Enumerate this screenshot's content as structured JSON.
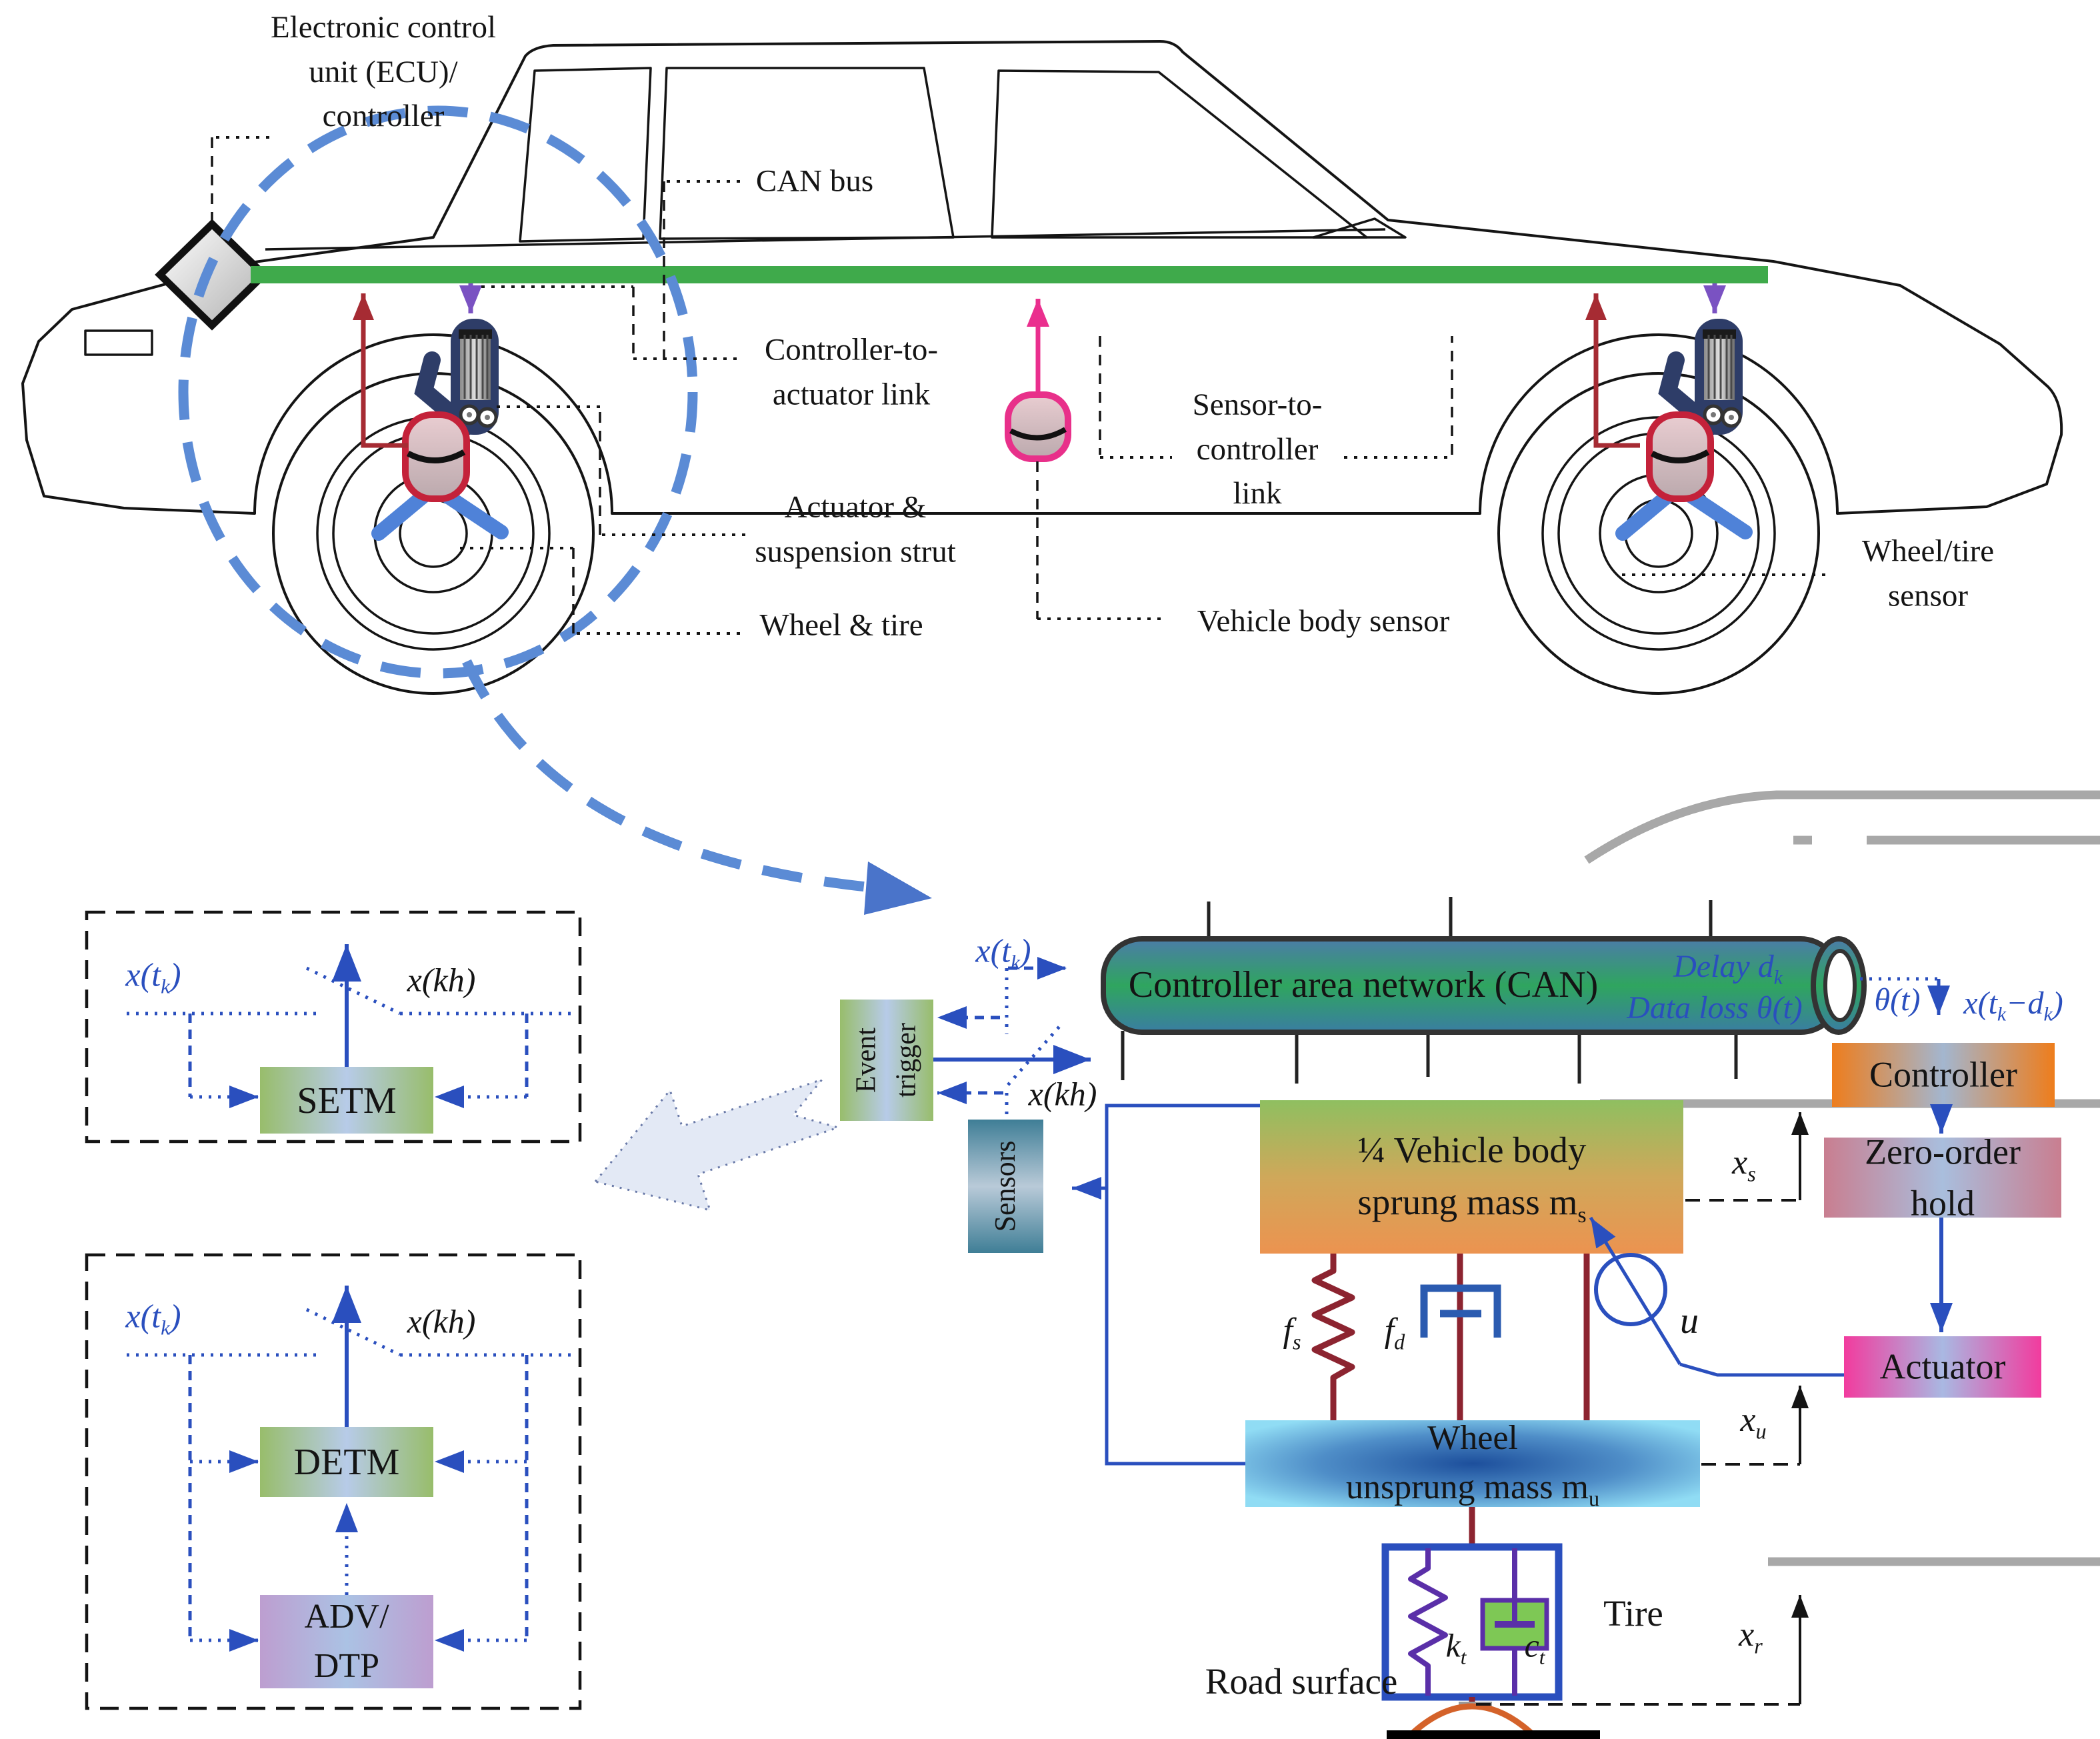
{
  "car": {
    "ecu_label": "Electronic control\nunit (ECU)/\ncontroller",
    "can_bus_label": "CAN bus",
    "controller_to_actuator_label": "Controller-to-\nactuator link",
    "actuator_strut_label": "Actuator &\nsuspension strut",
    "wheel_tire_label": "Wheel & tire",
    "sensor_to_controller_label": "Sensor-to-\ncontroller\nlink",
    "vehicle_body_sensor_label": "Vehicle body sensor",
    "wheel_tire_sensor_label": "Wheel/tire\nsensor"
  },
  "etm_panels": {
    "setm": {
      "x_tk": "x(t_{k})",
      "x_kh": "x(kh)",
      "box_label": "SETM"
    },
    "detm": {
      "x_tk": "x(t_{k})",
      "x_kh": "x(kh)",
      "box_label": "DETM",
      "adv_label": "ADV/\nDTP"
    }
  },
  "network": {
    "x_tk": "x(t_{k})",
    "x_kh": "x(kh)",
    "can_label": "Controller area network (CAN)",
    "delay_label": "Delay d_{k}",
    "data_loss_label": "Data loss θ(t)",
    "theta_label": "θ(t)",
    "x_tk_dk_label": "x(t_{k}−d_{k})",
    "controller_label": "Controller",
    "zero_order_hold_label": "Zero-order\nhold",
    "actuator_label": "Actuator",
    "event_trigger_label": "Event\ntrigger",
    "sensors_label": "Sensors"
  },
  "quarter_car": {
    "sprung_label": "¼ Vehicle body\nsprung mass m_{s}",
    "unsprung_label": "Wheel\nunsprung mass m_{u}",
    "tire_label": "Tire",
    "road_label": "Road surface",
    "spring_force": "f_{s}",
    "damper_force": "f_{d}",
    "control_force": "u",
    "tire_stiffness": "k_{t}",
    "tire_damping": "c_{t}",
    "sprung_disp": "x_{s}",
    "unsprung_disp": "x_{u}",
    "road_disp": "x_{r}"
  },
  "colors": {
    "can_bus_green": "#3faa4b",
    "diagram_blue": "#2a4fbe",
    "dashed_circle_blue": "#5b8bd5",
    "sensor_arrow_red": "#a62b33",
    "actuator_arrow_purple": "#7a52c2",
    "body_sensor_magenta": "#ea2f8e",
    "connector_dark_red": "#8c2430",
    "tire_purple": "#5a2fa8",
    "road_orange": "#d4622a",
    "controller_orange": "#ee7d1c",
    "actuator_pink": "#f23b9e",
    "ghost_car_gray": "#a8a8a8"
  }
}
